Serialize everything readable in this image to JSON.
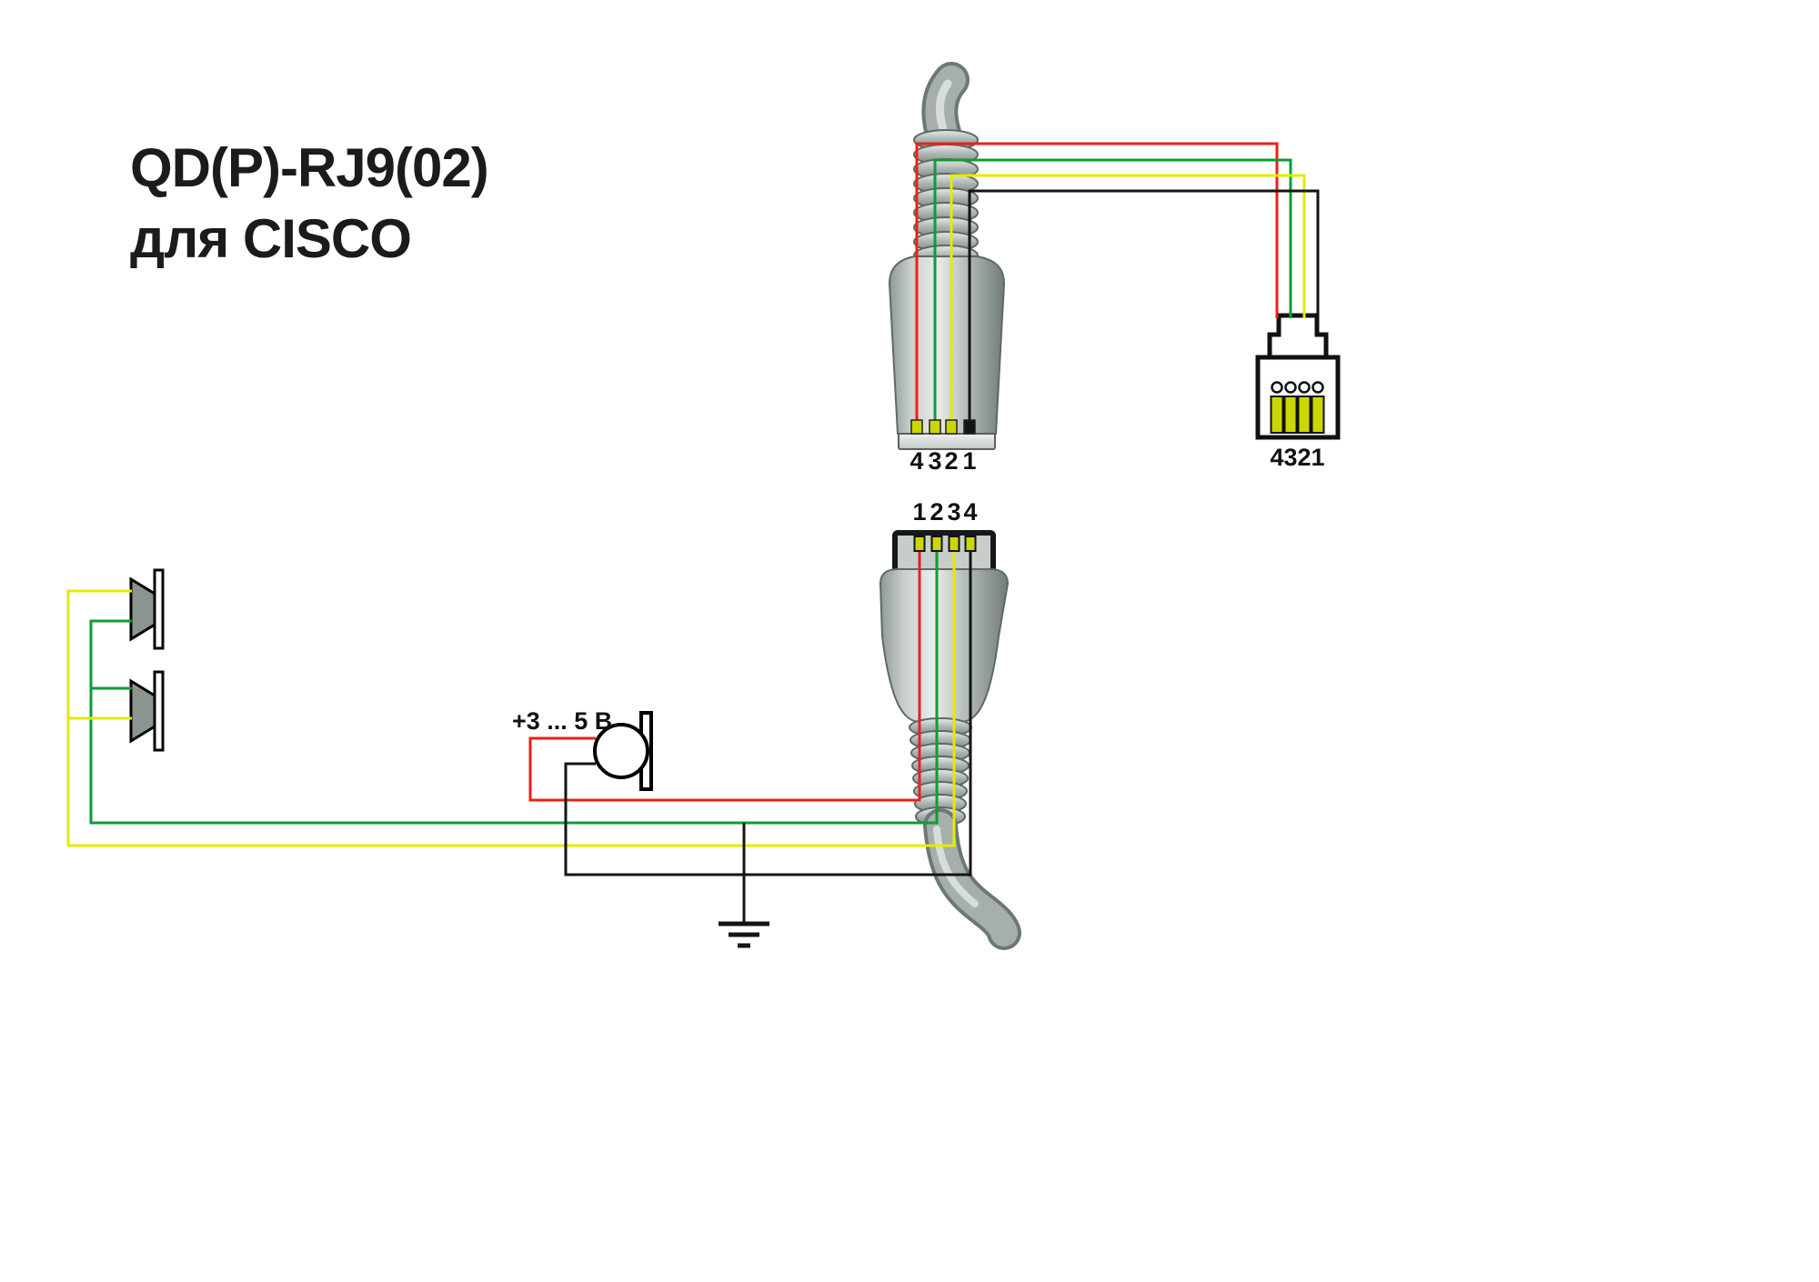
{
  "title": {
    "line1": "QD(P)-RJ9(02)",
    "line2": "для CISCO"
  },
  "colors": {
    "wire_red": "#e8211a",
    "wire_green": "#0e9c34",
    "wire_yellow": "#e3eb00",
    "wire_black": "#141414",
    "pin_yellow": "#ccd600"
  },
  "top_qd_connector": {
    "pin_labels": [
      "4",
      "3",
      "2",
      "1"
    ]
  },
  "bottom_qd_connector": {
    "pin_labels": [
      "1",
      "2",
      "3",
      "4"
    ]
  },
  "rj9_connector": {
    "pin_labels": [
      "4",
      "3",
      "2",
      "1"
    ]
  },
  "microphone": {
    "bias_label": "+3 ... 5 В"
  }
}
